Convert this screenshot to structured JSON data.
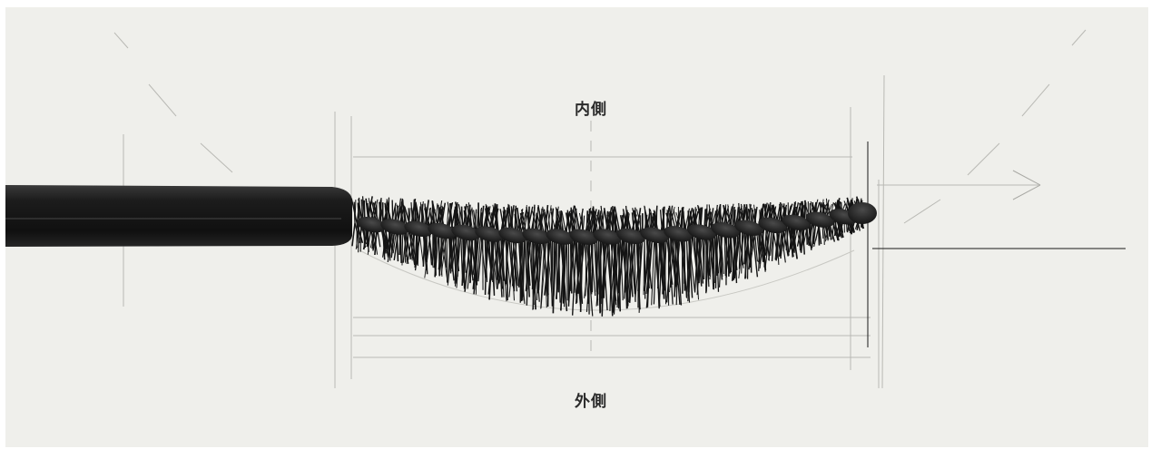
{
  "labels": {
    "inner": "内側",
    "outer": "外側"
  },
  "colors": {
    "background": "#efefeb",
    "guide_line": "#b9b9b4",
    "handle": "#181818",
    "bristle": "#141414",
    "label_text": "#2a2a2a"
  },
  "icons": [
    "mascara-wand-illustration",
    "arrow-right-icon"
  ]
}
